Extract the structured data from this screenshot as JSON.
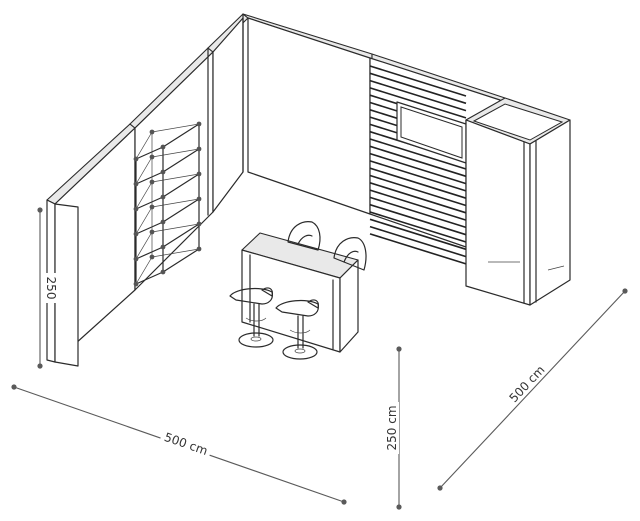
{
  "dimensions": {
    "width_label": "500 cm",
    "depth_label": "500 cm",
    "height_label": "250 cm",
    "wall_height_label": "250"
  }
}
